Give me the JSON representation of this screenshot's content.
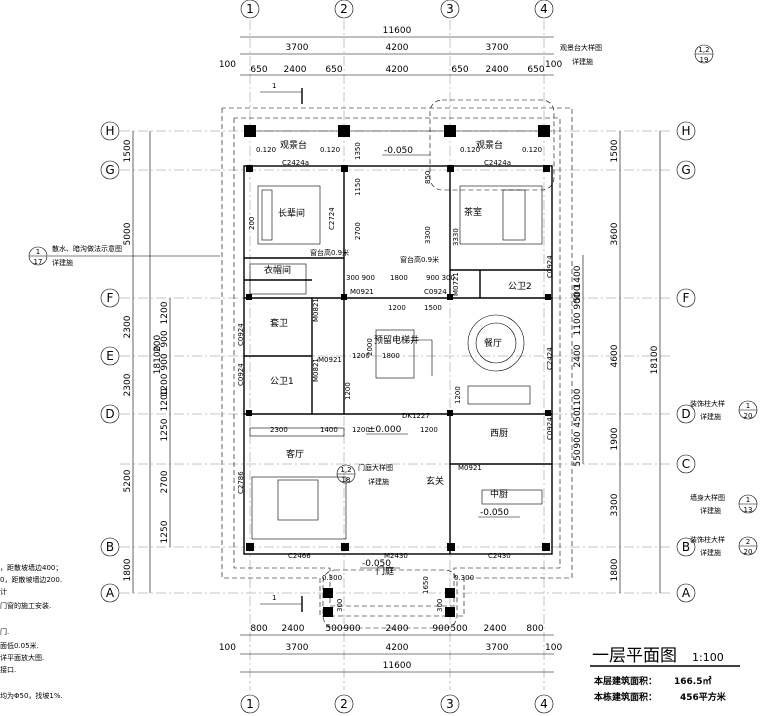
{
  "axes": {
    "vertical": [
      "1",
      "2",
      "3",
      "4"
    ],
    "horizontal": [
      "H",
      "G",
      "F",
      "E",
      "D",
      "C",
      "B",
      "A"
    ]
  },
  "dims": {
    "top_total": "11600",
    "top_row1": [
      "3700",
      "4200",
      "3700"
    ],
    "top_row2": [
      "650",
      "2400",
      "650",
      "4200",
      "650",
      "2400",
      "650"
    ],
    "top_edge": "100",
    "bottom_row1": [
      "800",
      "2400",
      "500",
      "900",
      "2400",
      "900",
      "500",
      "2400",
      "800"
    ],
    "bottom_row2": [
      "3700",
      "4200",
      "3700"
    ],
    "bottom_total": "11600",
    "bottom_edge": "100",
    "left_outer": [
      "1500",
      "5000",
      "2300",
      "2300",
      "5200",
      "1800"
    ],
    "left_inner": [
      "1200",
      "900",
      "1200",
      "900",
      "1200",
      "1250",
      "2700",
      "1250"
    ],
    "left_total": "18100",
    "left_small": "200",
    "right_inner": [
      "1400",
      "500",
      "900",
      "1100",
      "2400",
      "1100",
      "450",
      "900",
      "550"
    ],
    "right_outer": [
      "1500",
      "3600",
      "4600",
      "1900",
      "3300",
      "1800"
    ],
    "right_total": "18100"
  },
  "rooms": {
    "viewing_left": "观景台",
    "viewing_right": "观景台",
    "master_bed": "长辈间",
    "closet": "衣帽间",
    "ensuite": "套卫",
    "public_bath1": "公卫1",
    "public_bath2": "公卫2",
    "tea_room": "茶室",
    "reserved_lift": "预留电梯井",
    "dining": "餐厅",
    "western_kitchen": "西厨",
    "chinese_kitchen": "中厨",
    "living": "客厅",
    "foyer": "玄关",
    "courtyard": "门庭"
  },
  "levels": {
    "terrace": "-0.050",
    "floor": "±0.000",
    "kitchen": "-0.050",
    "courtyard": "-0.050"
  },
  "labels": {
    "c2424a_left": "C2424a",
    "c2424a_right": "C2424a",
    "c2724": "C2724",
    "m0921_a": "M0921",
    "m0921_b": "M0921",
    "m0921_c": "M0921",
    "m0821_a": "M0821",
    "m0821_b": "M0821",
    "m0721": "M0721",
    "c0924_a": "C0924",
    "c0924_b": "C0924",
    "c0924_c": "C0924",
    "c0924_d": "C0924",
    "c0924_e": "C0924",
    "c2424": "C2424",
    "c2786": "C2786",
    "c2466": "C2466",
    "c2430": "C2430",
    "m2430": "M2430",
    "dk1227": "DK1227",
    "sill_left": "窗台高0.9米",
    "sill_right": "窗台高0.9米",
    "sill_low": "0.120",
    "sill_low2": "0.120",
    "sill_low3": "0.120",
    "sill_low4": "0.120",
    "d1350": "1350",
    "d1150": "1150",
    "d2700": "2700",
    "d3300": "3300",
    "d850": "850",
    "d3330": "3330",
    "d900_300": "300 900",
    "d1800": "1800",
    "d900_300r": "900 300",
    "d1200a": "1200",
    "d1500": "1500",
    "d2000": "2000",
    "d1800v": "1800",
    "d1200v": "1200",
    "d1200b": "1200",
    "d1200c": "1200",
    "d2300": "2300",
    "d1400": "1400",
    "d1200d": "1200",
    "d1200e": "1200",
    "d1650": "1650",
    "d300a": "0.300",
    "d300b": "0.300",
    "d300c": "300",
    "d300d": "300",
    "d200": "200",
    "d1_label": "1",
    "d1_label_b": "1"
  },
  "callouts": {
    "top_right_text1": "观景台大样图",
    "top_right_text2": "详建施",
    "top_right_num": "1,2",
    "top_right_den": "19",
    "left_text1": "散水、暗沟做法示意图",
    "left_text2": "详建施",
    "left_num": "1",
    "left_den": "17",
    "right1_text1": "装饰柱大样",
    "right1_text2": "详建施",
    "right1_num": "1",
    "right1_den": "20",
    "right2_text1": "墙身大样图",
    "right2_text2": "详建施",
    "right2_num": "1",
    "right2_den": "13",
    "right3_text1": "装饰柱大样",
    "right3_text2": "详建施",
    "right3_num": "2",
    "right3_den": "20",
    "door_text1": "门庭大样图",
    "door_text2": "详建施",
    "door_num": "1,2",
    "door_den": "18"
  },
  "notes": [
    "，距散坡墙边400；",
    "0，距散坡墙边200.",
    "计",
    "门窗的施工安装.",
    "",
    "门.",
    "面低0.05米.",
    "详平面放大图.",
    "接口.",
    "",
    "均为Φ50，找坡1%."
  ],
  "title": {
    "main": "一层平面图",
    "scale": "1:100",
    "area_floor_label": "本层建筑面积：",
    "area_floor_value": "166.5㎡",
    "area_total_label": "本栋建筑面积：",
    "area_total_value": "456平方米"
  }
}
